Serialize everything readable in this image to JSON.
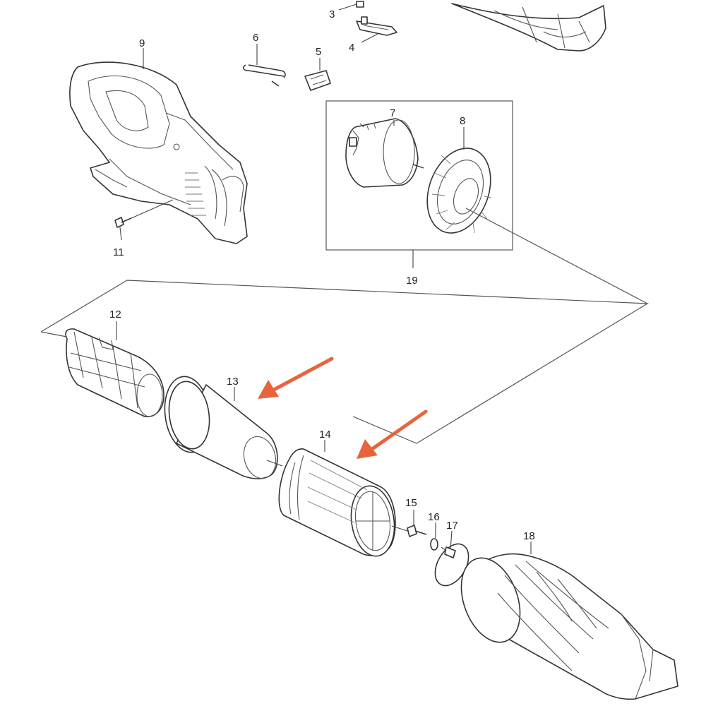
{
  "callouts": {
    "p3": "3",
    "p4": "4",
    "p5": "5",
    "p6": "6",
    "p7": "7",
    "p8": "8",
    "p9": "9",
    "p11": "11",
    "p12": "12",
    "p13": "13",
    "p14": "14",
    "p15": "15",
    "p16": "16",
    "p17": "17",
    "p18": "18",
    "p19": "19"
  },
  "colors": {
    "highlight_arrow": "#e8643c",
    "line_art": "#333333"
  },
  "highlighted_parts": [
    "p13",
    "p14"
  ]
}
